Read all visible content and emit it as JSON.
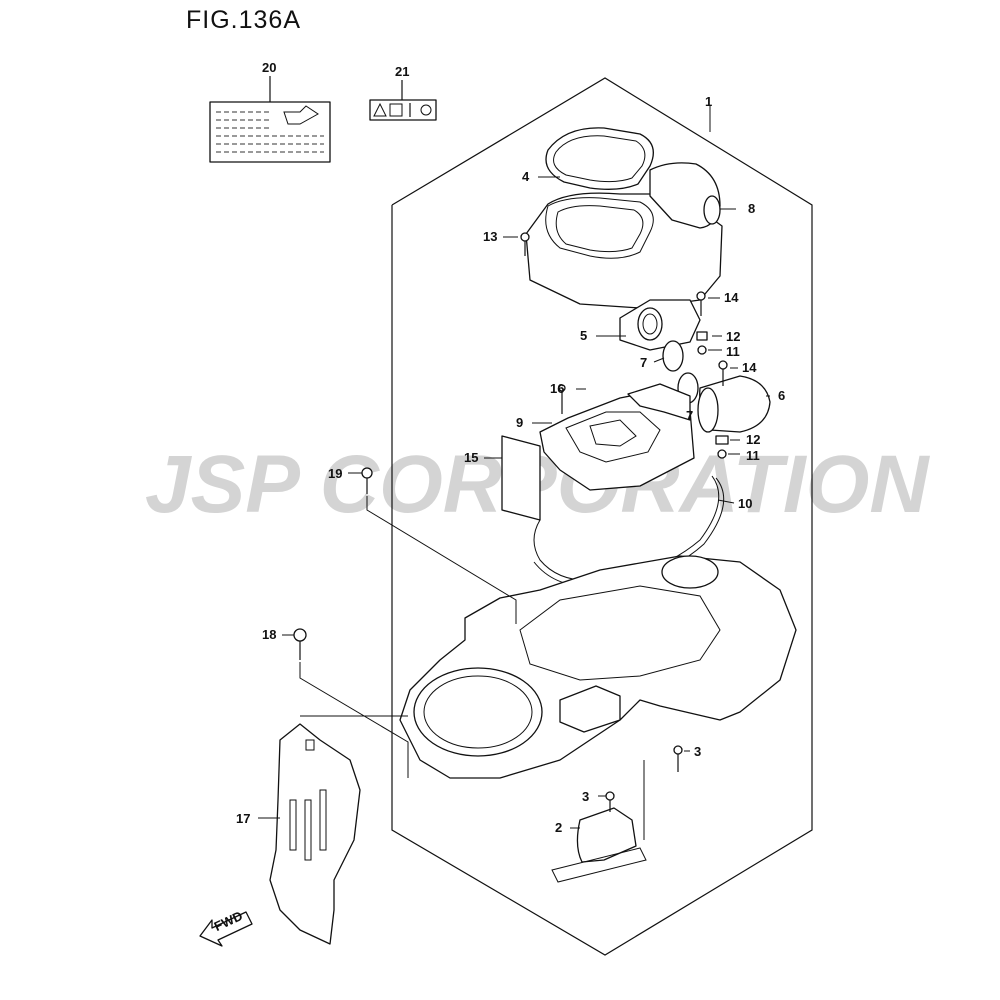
{
  "figure": {
    "title": "FIG.136A"
  },
  "watermark": {
    "text": "JSP CORPORATION"
  },
  "callouts": [
    {
      "id": "c1",
      "label": "1"
    },
    {
      "id": "c2",
      "label": "2"
    },
    {
      "id": "c3a",
      "label": "3"
    },
    {
      "id": "c3b",
      "label": "3"
    },
    {
      "id": "c4",
      "label": "4"
    },
    {
      "id": "c5",
      "label": "5"
    },
    {
      "id": "c6",
      "label": "6"
    },
    {
      "id": "c7a",
      "label": "7"
    },
    {
      "id": "c7b",
      "label": "7"
    },
    {
      "id": "c8",
      "label": "8"
    },
    {
      "id": "c9",
      "label": "9"
    },
    {
      "id": "c10",
      "label": "10"
    },
    {
      "id": "c11a",
      "label": "11"
    },
    {
      "id": "c11b",
      "label": "11"
    },
    {
      "id": "c12a",
      "label": "12"
    },
    {
      "id": "c12b",
      "label": "12"
    },
    {
      "id": "c13",
      "label": "13"
    },
    {
      "id": "c14a",
      "label": "14"
    },
    {
      "id": "c14b",
      "label": "14"
    },
    {
      "id": "c15",
      "label": "15"
    },
    {
      "id": "c16",
      "label": "16"
    },
    {
      "id": "c17",
      "label": "17"
    },
    {
      "id": "c18",
      "label": "18"
    },
    {
      "id": "c19",
      "label": "19"
    },
    {
      "id": "c20",
      "label": "20"
    },
    {
      "id": "c21",
      "label": "21"
    }
  ],
  "fwd_arrow": {
    "label": "FWD"
  }
}
